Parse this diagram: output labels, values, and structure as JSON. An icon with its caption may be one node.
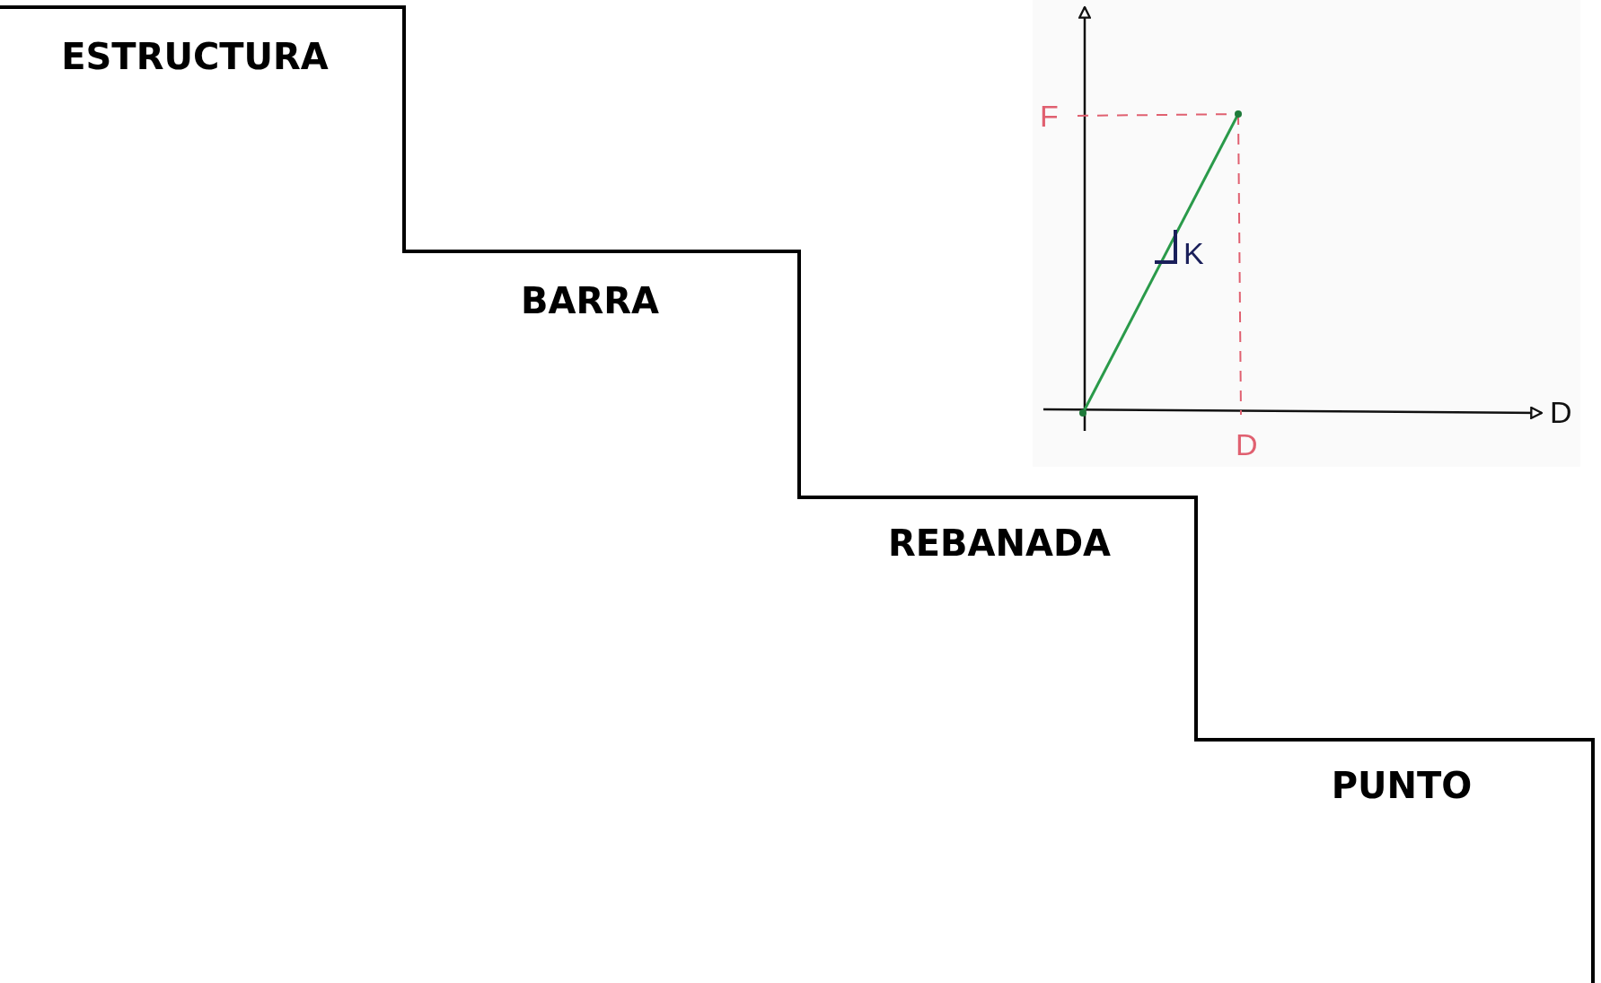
{
  "diagram": {
    "nodes": [
      {
        "text": [
          "ESTRUCTURA"
        ]
      },
      {
        "text": [
          "BARRA"
        ]
      },
      {
        "text": [
          "REBANADA"
        ]
      },
      {
        "text": [
          "PUNTO"
        ]
      }
    ],
    "labels": [
      "F",
      "K",
      "D",
      "D"
    ]
  }
}
